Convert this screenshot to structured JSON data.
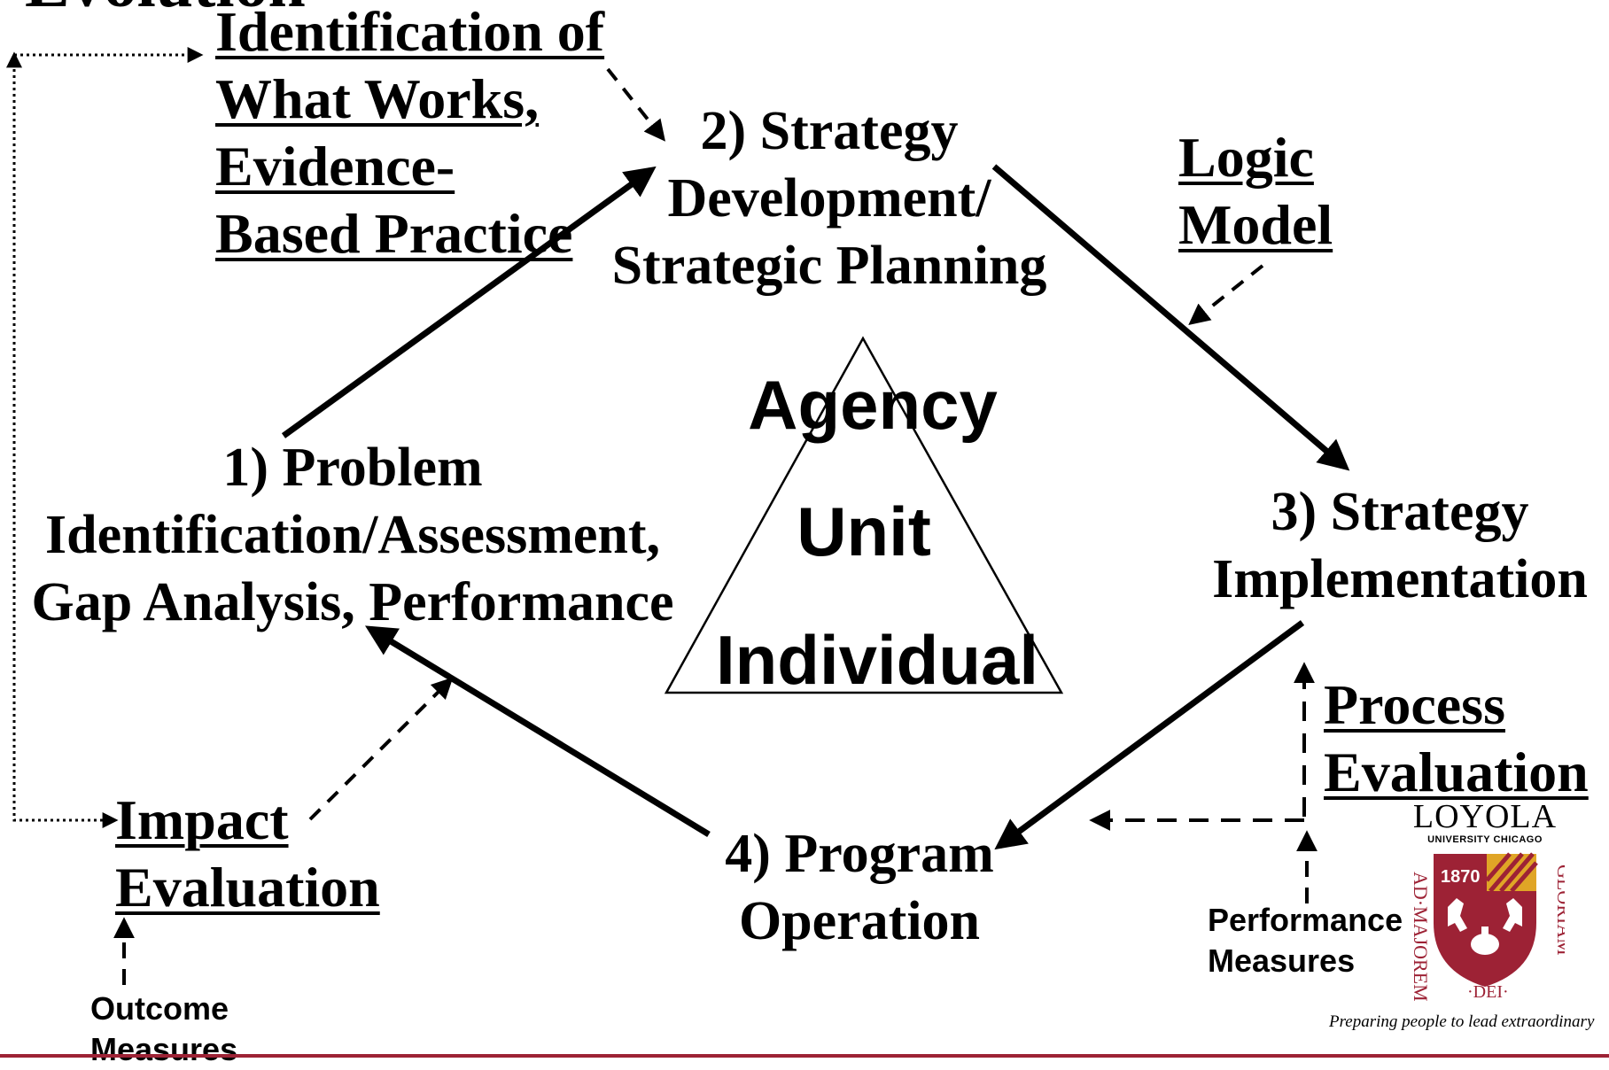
{
  "diagram": {
    "stages": {
      "s1": [
        "1) Problem",
        "Identification/Assessment,",
        "Gap Analysis, Performance"
      ],
      "s2": [
        "2) Strategy",
        "Development/",
        "Strategic Planning"
      ],
      "s3": [
        "3) Strategy",
        "Implementation"
      ],
      "s4": [
        "4) Program",
        "Operation"
      ]
    },
    "inputs": {
      "evidence": [
        "Identification of",
        "What Works,",
        "Evidence-",
        "Based Practice"
      ],
      "logic_model": [
        "Logic",
        "Model"
      ],
      "process_evaluation": [
        "Process",
        "Evaluation"
      ],
      "impact_evaluation": [
        "Impact",
        "Evaluation"
      ],
      "outcome_measures": [
        "Outcome",
        "Measures"
      ],
      "performance_measures": [
        "Performance",
        "Measures"
      ]
    },
    "triangle_levels": [
      "Agency",
      "Unit",
      "Individual"
    ],
    "cut_off_heading": "Evolution"
  },
  "branding": {
    "logo_name": "LOYOLA",
    "logo_sub": "UNIVERSITY CHICAGO",
    "logo_year": "1870",
    "logo_motto": "AD·MAJOREM·DEI·GLORIAM",
    "tagline": "Preparing people to lead extraordinary",
    "brand_color": "#9d2235",
    "accent_color": "#e0a526"
  }
}
